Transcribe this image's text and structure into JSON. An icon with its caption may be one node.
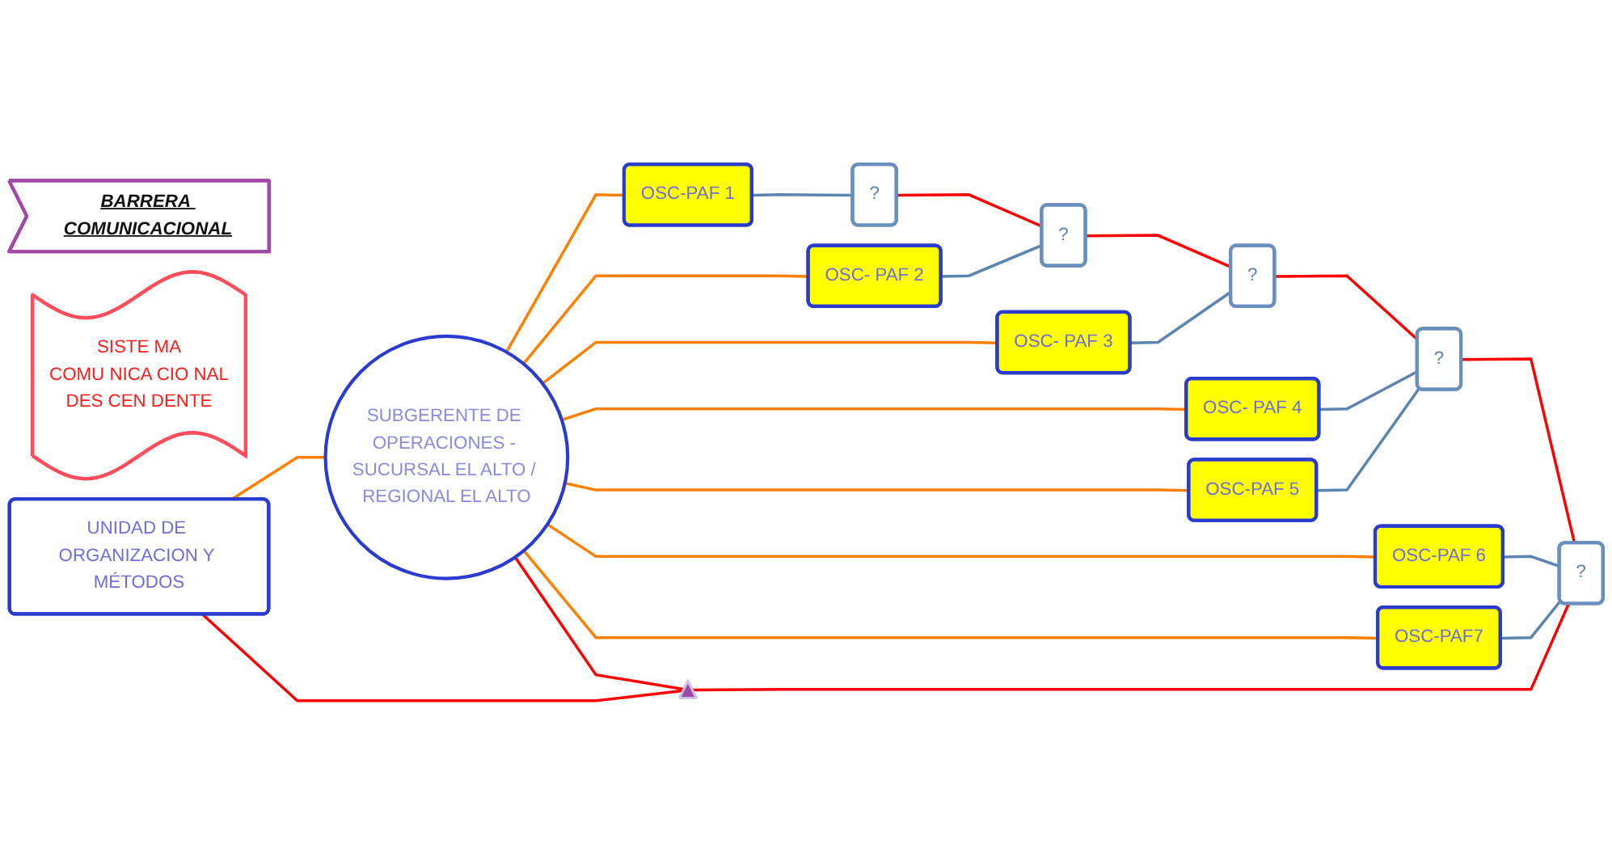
{
  "diagram": {
    "nodes": [
      {
        "text": [
          "UNIDAD DE ORGANIZACION Y MÉTODOS"
        ]
      },
      {
        "text": [
          "SUBGERENTE DE OPERACIONES - SUCURSAL EL ALTO / REGIONAL EL ALTO"
        ]
      },
      {
        "text": [
          "OSC-PAF 1"
        ]
      },
      {
        "text": [
          "OSC- PAF 2"
        ]
      },
      {
        "text": [
          "OSC- PAF 3"
        ]
      },
      {
        "text": [
          "OSC- PAF 4"
        ]
      },
      {
        "text": [
          "OSC-PAF 5"
        ]
      },
      {
        "text": [
          "OSC-PAF 6"
        ]
      },
      {
        "text": [
          "OSC-PAF7"
        ]
      },
      {
        "text": [
          "?"
        ]
      },
      {
        "text": [
          "?"
        ]
      },
      {
        "text": [
          "?"
        ]
      },
      {
        "text": [
          "?"
        ]
      },
      {
        "text": [
          "?"
        ]
      },
      {
        "text": [],
        "shape": "triangle"
      },
      {
        "text": [
          "BARRERA COMUNICACIONAL"
        ]
      },
      {
        "text": [
          "SISTE MA",
          "COMU NICA CIO NAL",
          "DES CEN DENTE"
        ]
      }
    ],
    "edges": [
      {
        "from": 0,
        "to": 1,
        "arrow": "none",
        "color": "#ff8000"
      },
      {
        "from": 1,
        "to": 2,
        "arrow": "none",
        "color": "#ff8000"
      },
      {
        "from": 1,
        "to": 3,
        "arrow": "none",
        "color": "#ff8000"
      },
      {
        "from": 1,
        "to": 4,
        "arrow": "none",
        "color": "#ff8000"
      },
      {
        "from": 1,
        "to": 5,
        "arrow": "none",
        "color": "#ff8000"
      },
      {
        "from": 1,
        "to": 6,
        "arrow": "none",
        "color": "#ff8000"
      },
      {
        "from": 1,
        "to": 7,
        "arrow": "none",
        "color": "#ff8000"
      },
      {
        "from": 1,
        "to": 8,
        "arrow": "none",
        "color": "#ff8000"
      },
      {
        "from": 2,
        "to": 9,
        "arrow": "none",
        "color": "#5b84b1"
      },
      {
        "from": 3,
        "to": 10,
        "arrow": "none",
        "color": "#5b84b1"
      },
      {
        "from": 4,
        "to": 11,
        "arrow": "none",
        "color": "#5b84b1"
      },
      {
        "from": 5,
        "to": 12,
        "arrow": "none",
        "color": "#5b84b1"
      },
      {
        "from": 6,
        "to": 12,
        "arrow": "none",
        "color": "#5b84b1"
      },
      {
        "from": 7,
        "to": 13,
        "arrow": "none",
        "color": "#5b84b1"
      },
      {
        "from": 8,
        "to": 13,
        "arrow": "none",
        "color": "#5b84b1"
      },
      {
        "from": 9,
        "to": 10,
        "arrow": "none",
        "color": "#ff0000"
      },
      {
        "from": 10,
        "to": 11,
        "arrow": "none",
        "color": "#ff0000"
      },
      {
        "from": 11,
        "to": 12,
        "arrow": "none",
        "color": "#ff0000"
      },
      {
        "from": 12,
        "to": 13,
        "arrow": "none",
        "color": "#ff0000"
      },
      {
        "from": 0,
        "to": 14,
        "arrow": "none",
        "color": "#ff0000"
      },
      {
        "from": 1,
        "to": 14,
        "arrow": "none",
        "color": "#ff0000"
      },
      {
        "from": 14,
        "to": 13,
        "arrow": "none",
        "color": "#ff0000"
      }
    ]
  }
}
